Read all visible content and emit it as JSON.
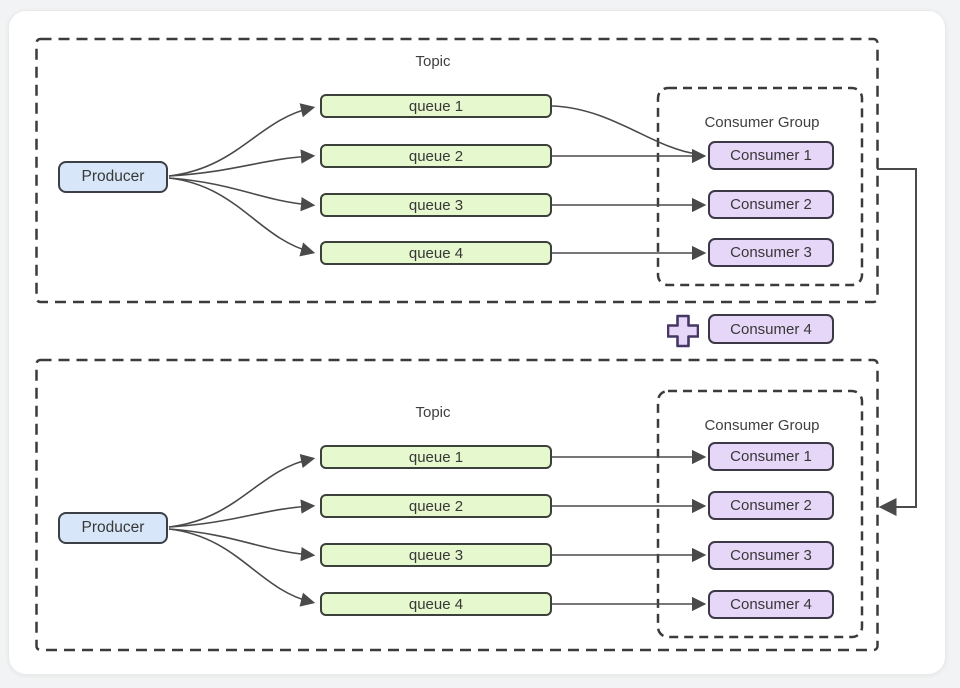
{
  "diagram": {
    "title_note": "",
    "before": {
      "topic_label": "Topic",
      "producer": "Producer",
      "queues": [
        "queue 1",
        "queue 2",
        "queue 3",
        "queue 4"
      ],
      "consumer_group": {
        "label": "Consumer Group",
        "consumers": [
          "Consumer 1",
          "Consumer 2",
          "Consumer 3"
        ]
      }
    },
    "added": {
      "plus_icon": "plus-icon",
      "consumer": "Consumer 4"
    },
    "after": {
      "topic_label": "Topic",
      "producer": "Producer",
      "queues": [
        "queue 1",
        "queue 2",
        "queue 3",
        "queue 4"
      ],
      "consumer_group": {
        "label": "Consumer Group",
        "consumers": [
          "Consumer 1",
          "Consumer 2",
          "Consumer 3",
          "Consumer 4"
        ]
      }
    },
    "colors": {
      "producer_fill": "#d7e7f9",
      "queue_fill": "#e6f8cd",
      "consumer_fill": "#e6d7f8",
      "plus_fill": "#e6d7f8",
      "plus_stroke": "#473764",
      "dashed_border": "#3b3b3b",
      "connector": "#4a4a4a",
      "card_bg": "#ffffff",
      "page_bg": "#f2f3f4",
      "text": "#383838"
    }
  }
}
